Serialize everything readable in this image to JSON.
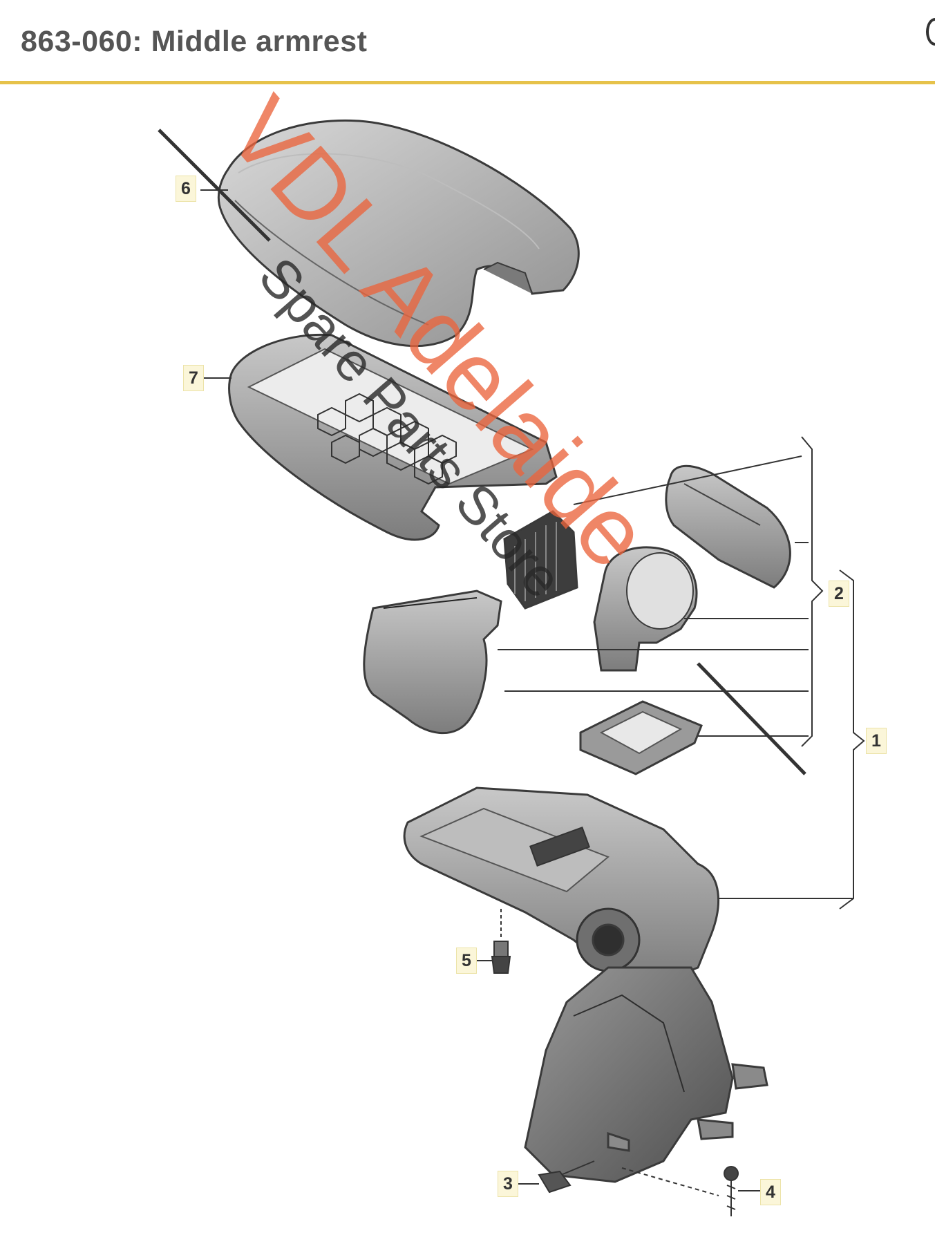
{
  "header": {
    "title": "863-060: Middle armrest"
  },
  "callouts": [
    {
      "id": "6",
      "label": "6"
    },
    {
      "id": "7",
      "label": "7"
    },
    {
      "id": "2",
      "label": "2"
    },
    {
      "id": "1",
      "label": "1"
    },
    {
      "id": "5",
      "label": "5"
    },
    {
      "id": "3",
      "label": "3"
    },
    {
      "id": "4",
      "label": "4"
    }
  ],
  "watermark": {
    "main_text": "VDL Adelaide",
    "sub_text": "Spare Parts Store"
  },
  "colors": {
    "header_rule": "#e6c24a",
    "callout_bg": "#fbf6d9",
    "watermark_main": "#eb643c"
  }
}
